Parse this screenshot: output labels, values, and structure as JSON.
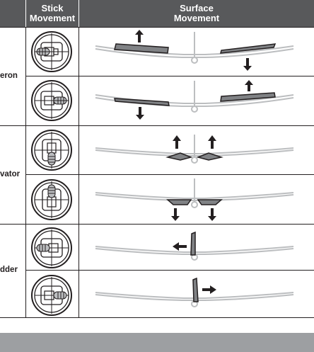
{
  "header": {
    "col_stick": "Stick\nMovement",
    "col_surface": "Surface\nMovement"
  },
  "rows": [
    {
      "group": "aileron",
      "label": "eron"
    },
    {
      "group": "elevator",
      "label": "vator"
    },
    {
      "group": "rudder",
      "label": "dder"
    }
  ],
  "icons": {
    "stick": "transmitter-stick-icon",
    "plane": "glider-front-view-icon",
    "arrow": "direction-arrow-icon"
  },
  "colors": {
    "header_bg": "#58595b",
    "surface_fill": "#808285",
    "plane_line": "#bcbec0",
    "footer_bg": "#9d9fa2"
  }
}
